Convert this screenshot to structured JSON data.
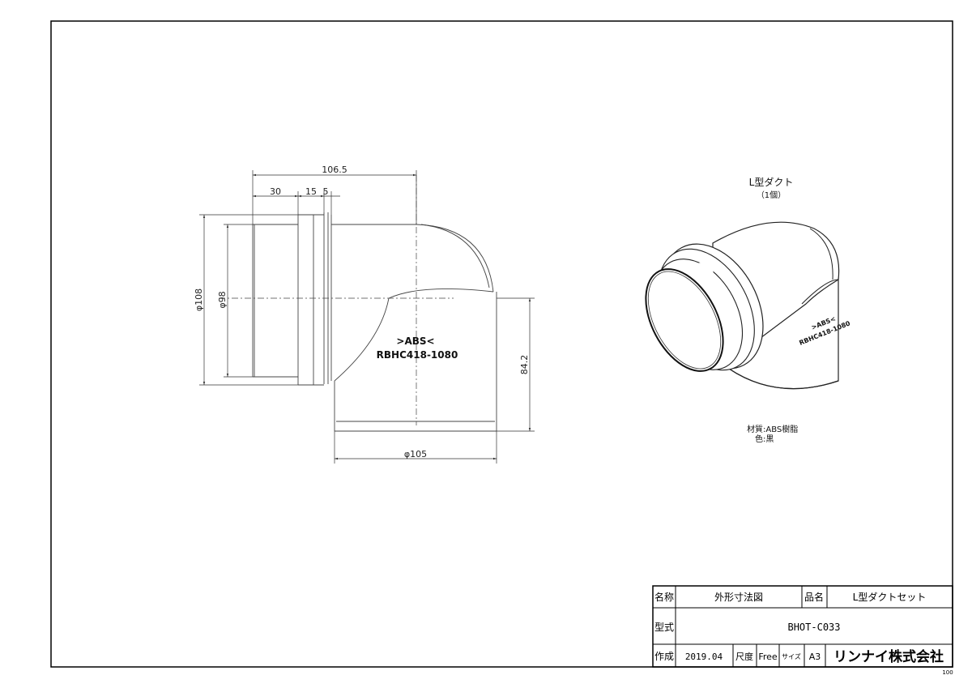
{
  "drawing": {
    "dimensions": {
      "total_length": "106.5",
      "seg_a": "30",
      "seg_b": "15",
      "seg_c": "5",
      "outer_dia": "φ108",
      "inner_dia": "φ98",
      "height": "84.2",
      "outlet_dia": "φ105"
    },
    "marking": {
      "line1": ">ABS<",
      "line2": "RBHC418-1080"
    }
  },
  "product_view": {
    "title": "L型ダクト",
    "quantity": "（1個）",
    "iso_mark_line1": ">ABS<",
    "iso_mark_line2": "RBHC418-1080",
    "material": "材質:ABS樹脂",
    "color": "色:黒"
  },
  "title_block": {
    "name_label": "名称",
    "name_value": "外形寸法図",
    "product_label": "品名",
    "product_value": "L型ダクトセット",
    "model_label": "型式",
    "model_value": "BHOT-C033",
    "created_label": "作成",
    "created_value": "2019.04",
    "scale_label": "尺度",
    "scale_value": "Free",
    "size_label": "サイズ",
    "size_value": "A3",
    "company": "リンナイ株式会社"
  },
  "page_number": "100"
}
